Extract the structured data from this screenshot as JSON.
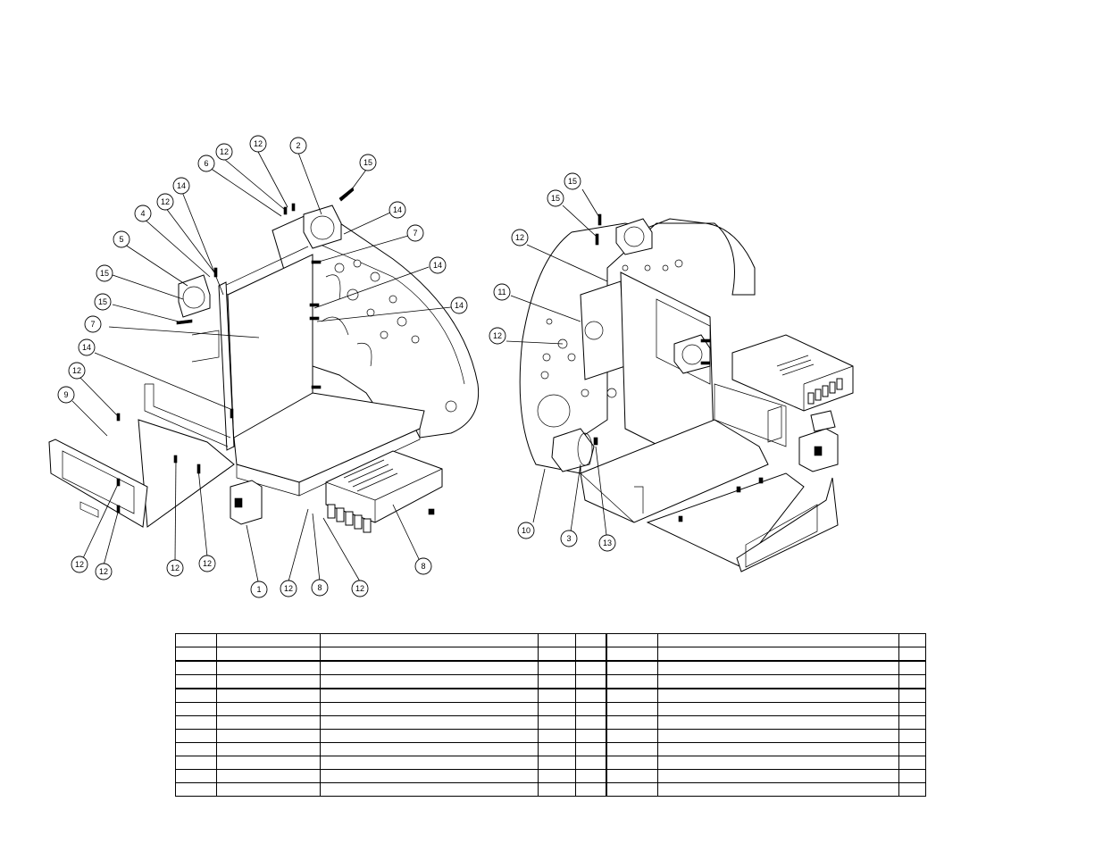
{
  "drawing": {
    "left_view_callouts": [
      "12",
      "2",
      "12",
      "15",
      "6",
      "14",
      "12",
      "14",
      "7",
      "4",
      "5",
      "14",
      "15",
      "14",
      "15",
      "7",
      "14",
      "12",
      "9",
      "12",
      "12",
      "12",
      "12",
      "1",
      "12",
      "8",
      "12",
      "8"
    ],
    "right_view_callouts": [
      "15",
      "15",
      "12",
      "11",
      "12",
      "10",
      "3",
      "13"
    ]
  },
  "parts_table": {
    "rows": [
      [
        "",
        "",
        "",
        "",
        "",
        "",
        "",
        ""
      ],
      [
        "",
        "",
        "",
        "",
        "",
        "",
        "",
        ""
      ],
      [
        "",
        "",
        "",
        "",
        "",
        "",
        "",
        ""
      ],
      [
        "",
        "",
        "",
        "",
        "",
        "",
        "",
        ""
      ],
      [
        "",
        "",
        "",
        "",
        "",
        "",
        "",
        ""
      ],
      [
        "",
        "",
        "",
        "",
        "",
        "",
        "",
        ""
      ],
      [
        "",
        "",
        "",
        "",
        "",
        "",
        "",
        ""
      ],
      [
        "",
        "",
        "",
        "",
        "",
        "",
        "",
        ""
      ],
      [
        "",
        "",
        "",
        "",
        "",
        "",
        "",
        ""
      ],
      [
        "",
        "",
        "",
        "",
        "",
        "",
        "",
        ""
      ],
      [
        "",
        "",
        "",
        "",
        "",
        "",
        "",
        ""
      ],
      [
        "",
        "",
        "",
        "",
        "",
        "",
        "",
        ""
      ]
    ]
  }
}
